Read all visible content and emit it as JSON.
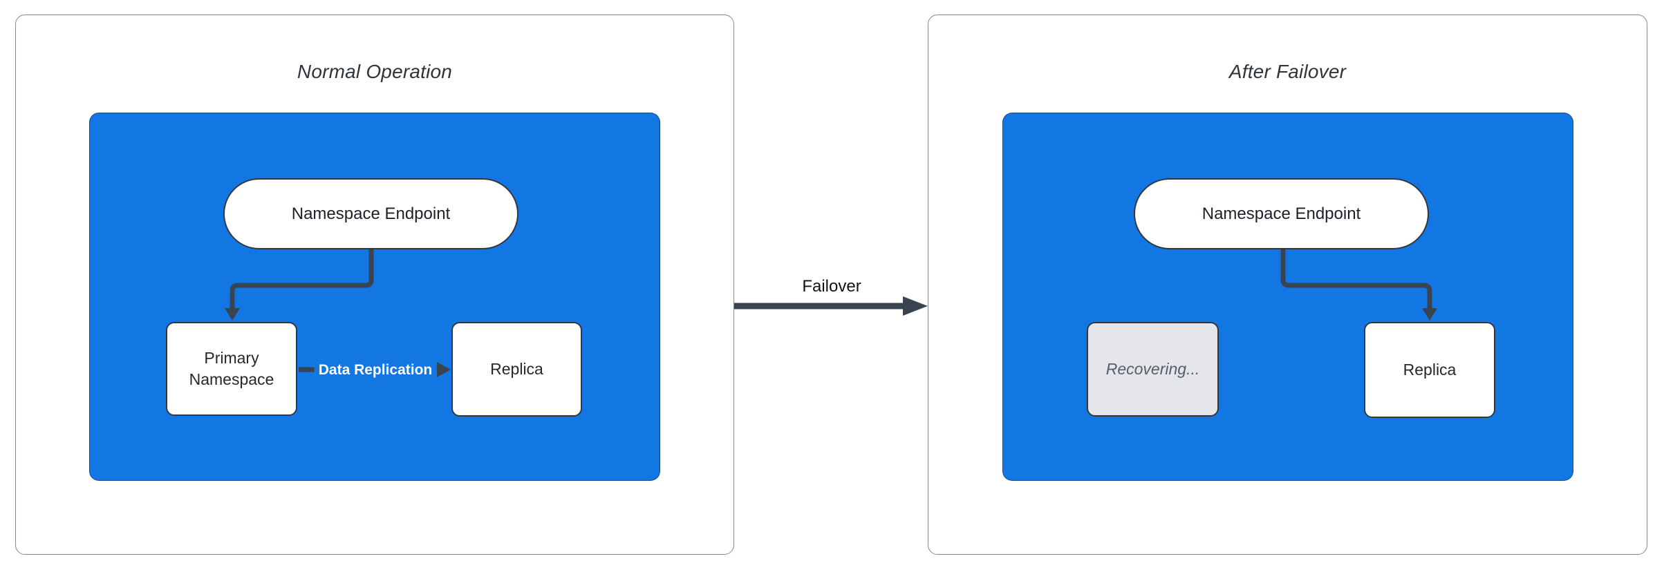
{
  "diagram": {
    "panels": [
      {
        "title": "Normal Operation",
        "endpoint_label": "Namespace Endpoint",
        "nodes": {
          "primary": "Primary Namespace",
          "replica": "Replica"
        },
        "replication_edge_label": "Data Replication"
      },
      {
        "title": "After Failover",
        "endpoint_label": "Namespace Endpoint",
        "nodes": {
          "recovering": "Recovering...",
          "replica": "Replica"
        }
      }
    ],
    "transition_label": "Failover",
    "colors": {
      "container_blue": "#1277e3",
      "node_border": "#33373d",
      "connector": "#3a4350",
      "recovering_fill": "#e4e6ea",
      "recovering_text": "#555e69",
      "panel_border": "#84888e"
    }
  }
}
